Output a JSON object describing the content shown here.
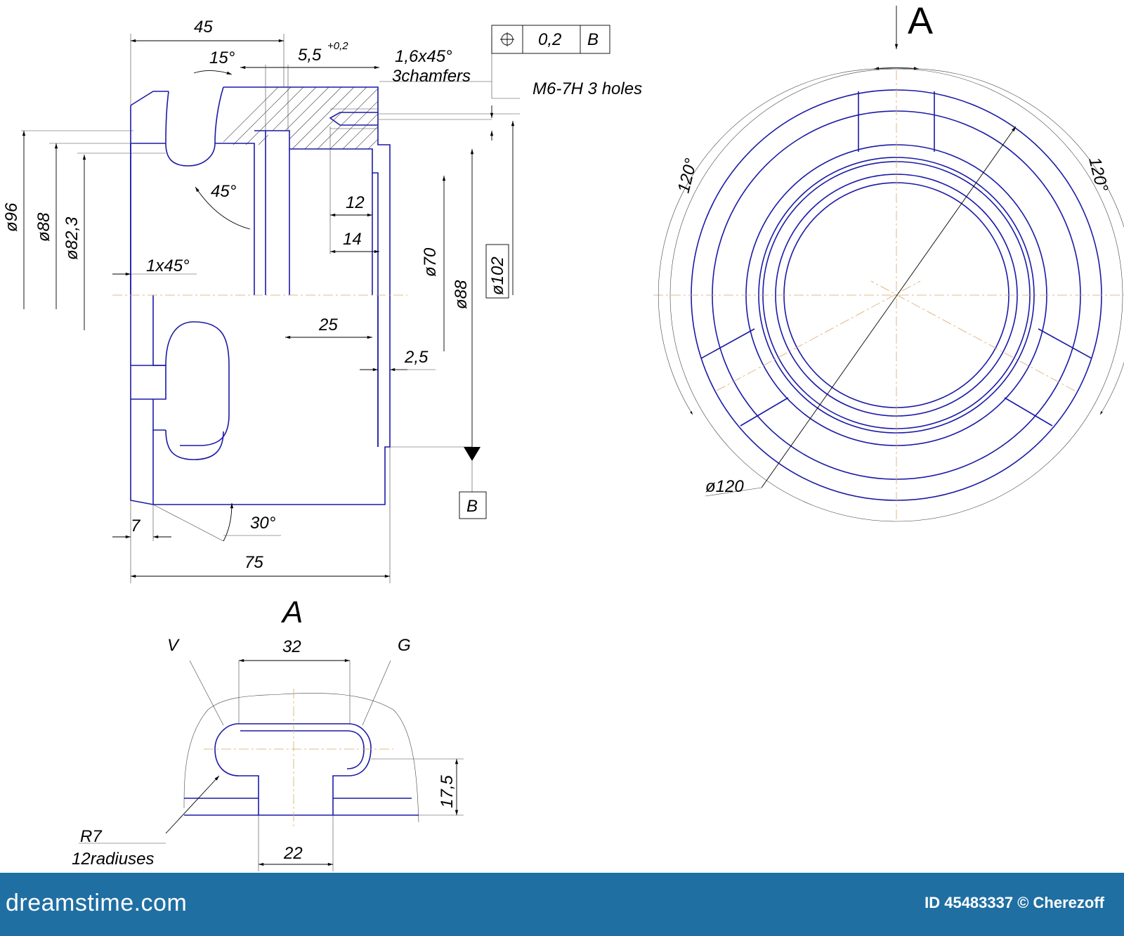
{
  "drawing": {
    "section_side": {
      "d45": "45",
      "angle15": "15°",
      "d55": "5,5",
      "tol55": "+0,2",
      "chamfer": "1,6x45°",
      "chamfer_note": "3chamfers",
      "thread": "M6-7H  3 holes",
      "tol_value": "0,2",
      "tol_datum": "B",
      "dia96": "ø96",
      "dia88": "ø88",
      "dia823": "ø82,3",
      "angle45": "45°",
      "d12": "12",
      "d14": "14",
      "dia70": "ø70",
      "dia88b": "ø88",
      "dia102": "ø102",
      "chamfer1": "1x45°",
      "d25": "25",
      "d25b": "2,5",
      "datum_b": "B",
      "d7": "7",
      "angle30": "30°",
      "d75": "75"
    },
    "view_a": {
      "label": "A",
      "angle_left": "120°",
      "angle_right": "120°",
      "dia120": "ø120"
    },
    "detail_a": {
      "label": "A",
      "v": "V",
      "g": "G",
      "d32": "32",
      "d175": "17,5",
      "r7": "R7",
      "radiuses": "12radiuses",
      "d22": "22"
    }
  },
  "footer": {
    "logo": "dreamstime.com",
    "credit": "ID 45483337 © Cherezoff"
  },
  "colors": {
    "line": "#1a1aa6",
    "footer_bg": "#1f6fa3"
  }
}
